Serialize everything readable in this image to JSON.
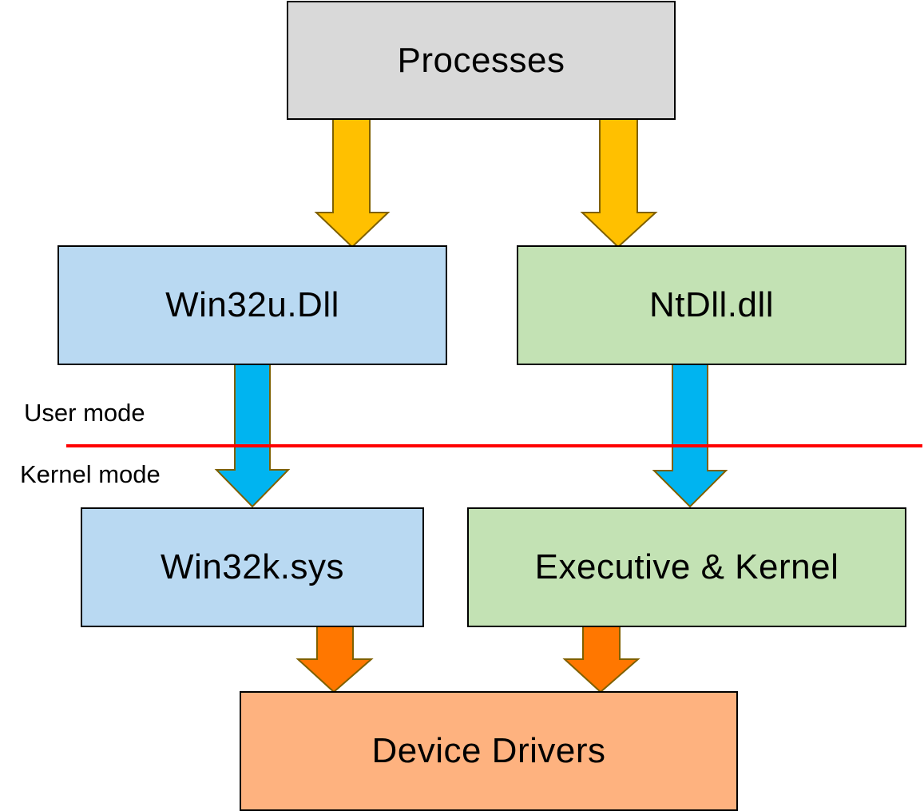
{
  "diagram": {
    "boxes": {
      "processes": "Processes",
      "win32u": "Win32u.Dll",
      "ntdll": "NtDll.dll",
      "win32k": "Win32k.sys",
      "executive": "Executive & Kernel",
      "drivers": "Device Drivers"
    },
    "labels": {
      "user_mode": "User mode",
      "kernel_mode": "Kernel mode"
    },
    "colors": {
      "processes_fill": "#d9d9d9",
      "win32_fill": "#b9d9f2",
      "nt_fill": "#c3e2b4",
      "drivers_fill": "#feb27f",
      "user_arrow": "#ffc000",
      "syscall_arrow": "#00b4f0",
      "driver_arrow": "#ff7700",
      "arrow_outline": "#7f6000",
      "boundary_line": "#ff0000"
    }
  }
}
